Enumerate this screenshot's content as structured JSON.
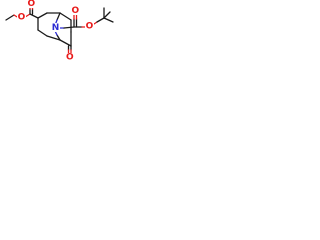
{
  "molecule": {
    "atoms": {
      "ester_carbonyl_o": "O",
      "ester_ether_o": "O",
      "ring_n": "N",
      "boc_carbonyl_o": "O",
      "boc_ether_o": "O",
      "ketone_o": "O"
    },
    "colors": {
      "oxygen": "#e81a1a",
      "nitrogen": "#2b2bd4",
      "carbon_bond": "#1a1a1a"
    }
  }
}
